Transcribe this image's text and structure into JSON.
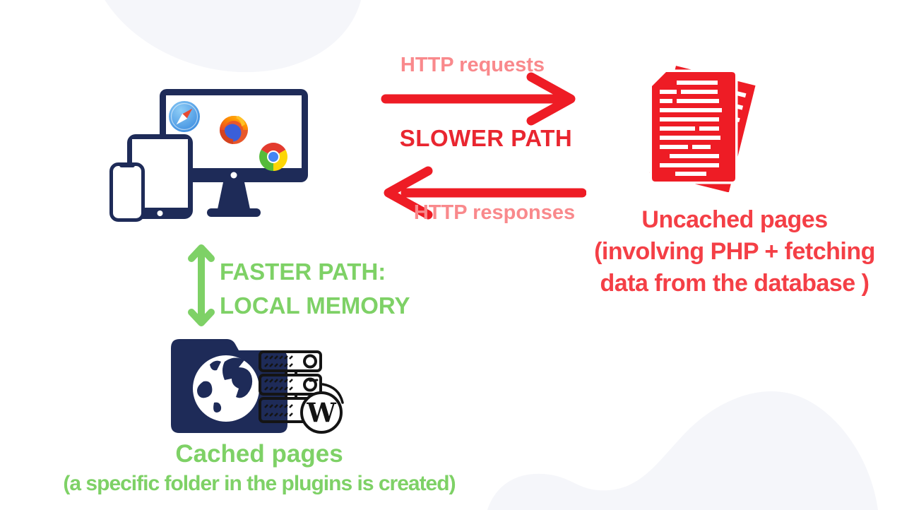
{
  "title": "WordPress page caching diagram",
  "colors": {
    "arrow_red": "#ee1c25",
    "path_red": "#e92630",
    "text_red": "#f43f46",
    "pink": "#f9898c",
    "green": "#7ed166",
    "navy": "#1e2b58",
    "blob": "#f5f6fa",
    "ink": "#141414",
    "bg": "#ffffff"
  },
  "slower_path": {
    "requests_label": "HTTP requests",
    "title": "SLOWER PATH",
    "responses_label": "HTTP responses"
  },
  "faster_path": {
    "line1": "FASTER PATH:",
    "line2": "LOCAL MEMORY"
  },
  "uncached": {
    "title": "Uncached pages",
    "subtitle_line1": "(involving PHP + fetching",
    "subtitle_line2": "data from the database )"
  },
  "cached": {
    "title": "Cached pages",
    "subtitle": "(a specific folder in the plugins is created)"
  },
  "icons": {
    "devices": "monitor-tablet-phone-with-safari-firefox-chrome-logos",
    "uncached_docs": "stacked-red-document-pages",
    "cached_store": "navy-folder-with-globe-server-rack-and-wordpress-logo",
    "arrow_right": "red-arrow-right",
    "arrow_left": "red-arrow-left",
    "arrow_vertical": "green-double-headed-arrow",
    "wordpress_w": "W"
  }
}
